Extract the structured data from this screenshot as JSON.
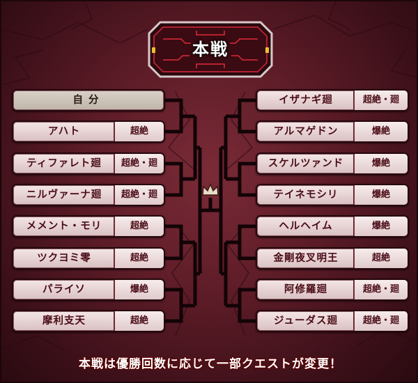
{
  "title": "本戦",
  "left": [
    {
      "name": "自分",
      "tag": ""
    },
    {
      "name": "アハト",
      "tag": "超絶"
    },
    {
      "name": "ティファレト廻",
      "tag": "超絶・廻"
    },
    {
      "name": "ニルヴァーナ廻",
      "tag": "超絶・廻"
    },
    {
      "name": "メメント・モリ",
      "tag": "超絶"
    },
    {
      "name": "ツクヨミ零",
      "tag": "超絶"
    },
    {
      "name": "パライソ",
      "tag": "爆絶"
    },
    {
      "name": "摩利支天",
      "tag": "超絶"
    }
  ],
  "right": [
    {
      "name": "イザナギ廻",
      "tag": "超絶・廻"
    },
    {
      "name": "アルマゲドン",
      "tag": "爆絶"
    },
    {
      "name": "スケルツァンド",
      "tag": "爆絶"
    },
    {
      "name": "テイネモシリ",
      "tag": "爆絶"
    },
    {
      "name": "ヘルヘイム",
      "tag": "爆絶"
    },
    {
      "name": "金剛夜叉明王",
      "tag": "超絶"
    },
    {
      "name": "阿修羅廻",
      "tag": "超絶・廻"
    },
    {
      "name": "ジューダス廻",
      "tag": "超絶・廻"
    }
  ],
  "footer": "本戦は優勝回数に応じて一部クエストが変更！",
  "icons": {
    "crown": "crown-icon"
  },
  "colors": {
    "background": "#5a1b26",
    "slot": "#ecdcdc",
    "text": "#4a0c16",
    "self_slot": "#cfc7bb"
  }
}
